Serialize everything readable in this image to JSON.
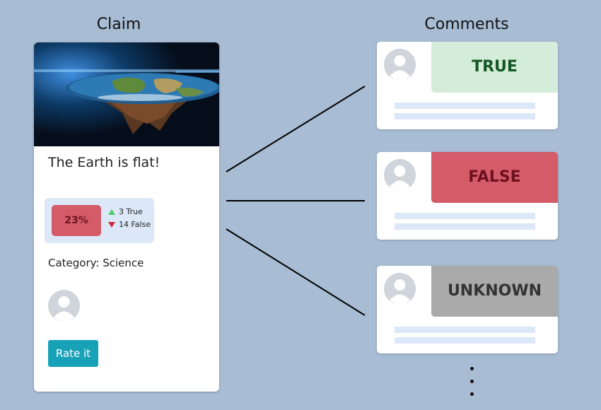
{
  "headings": {
    "claim": "Claim",
    "comments": "Comments"
  },
  "claim": {
    "title": "The Earth is flat!",
    "rating": {
      "percent": "23%",
      "true_votes": "3 True",
      "false_votes": "14 False"
    },
    "category": "Category: Science",
    "rate_button": "Rate it",
    "image_icon": "flat-earth-image"
  },
  "comments": [
    {
      "verdict": "TRUE",
      "verdict_color": "#d4edda"
    },
    {
      "verdict": "FALSE",
      "verdict_color": "#d45c68"
    },
    {
      "verdict": "UNKNOWN",
      "verdict_color": "#aaaaaa"
    }
  ],
  "colors": {
    "background": "#a8bcd4",
    "button": "#17a2b8",
    "rating_box": "#dce8f8"
  }
}
